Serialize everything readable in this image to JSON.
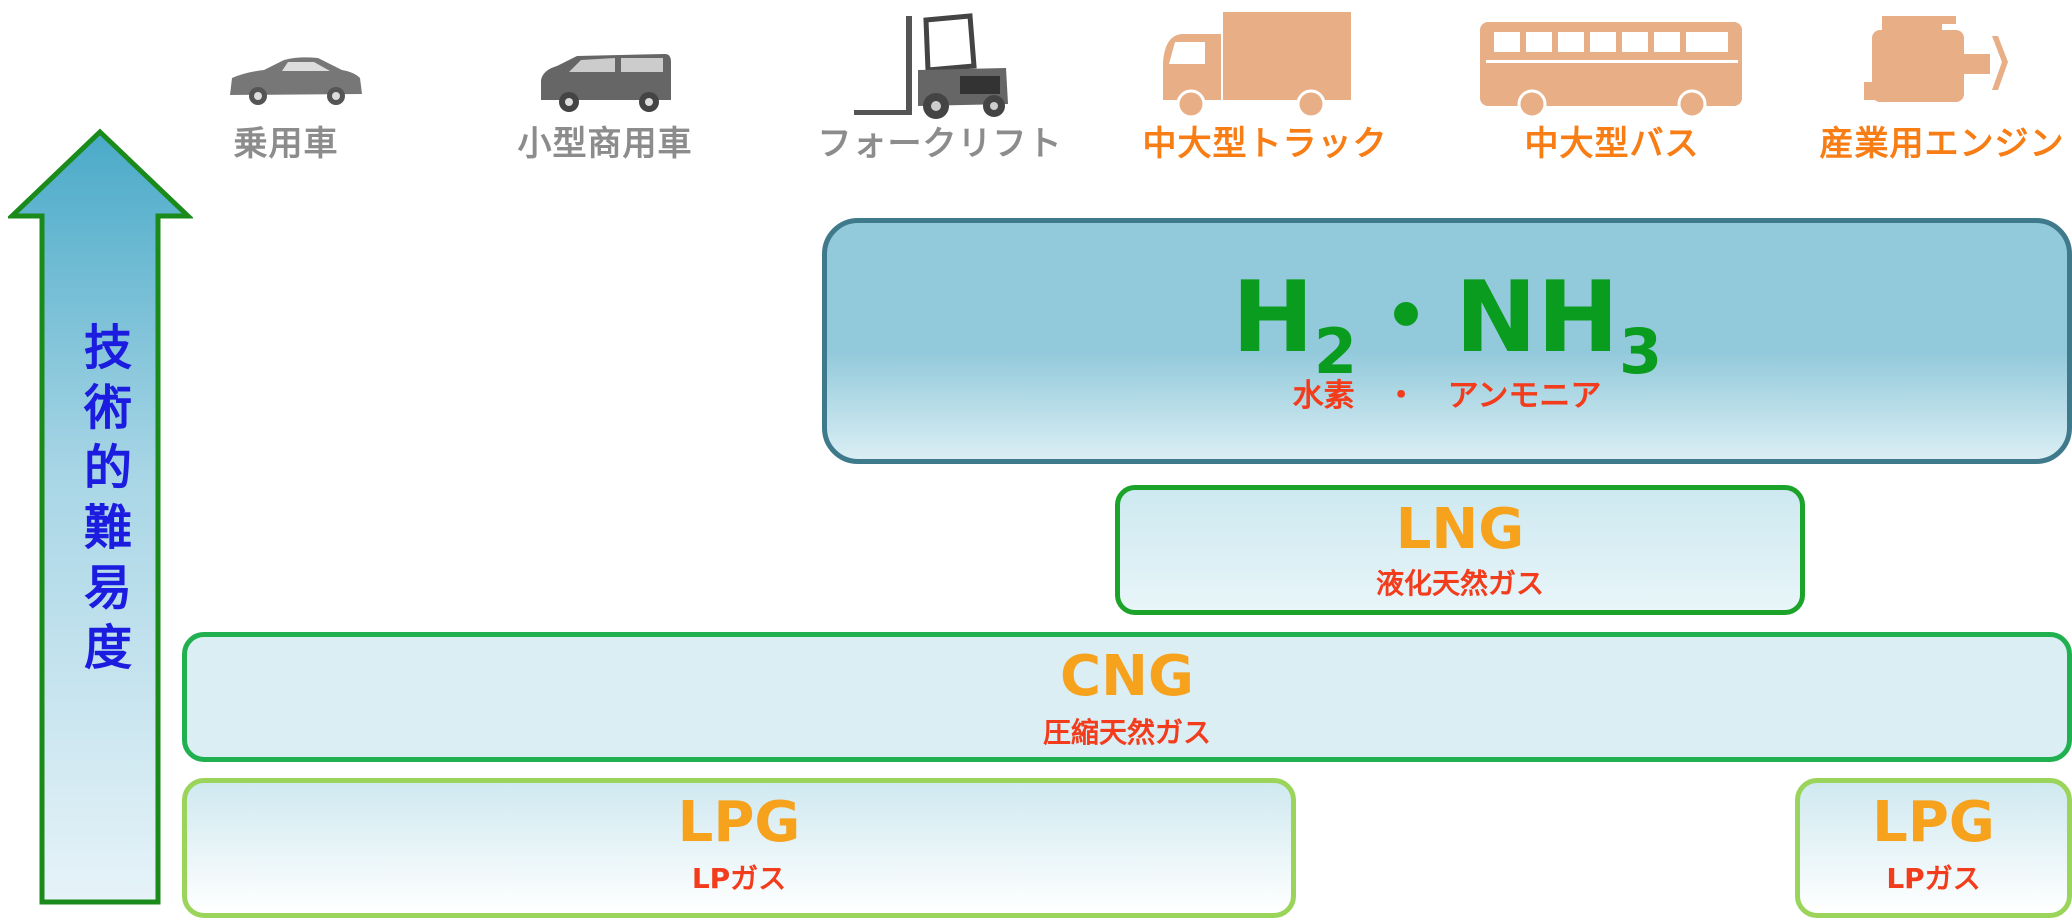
{
  "vehicles": [
    {
      "label": "乗用車",
      "icon": "car-icon",
      "tone": "gray"
    },
    {
      "label": "小型商用車",
      "icon": "van-icon",
      "tone": "gray"
    },
    {
      "label": "フォークリフト",
      "icon": "forklift-icon",
      "tone": "gray"
    },
    {
      "label": "中大型トラック",
      "icon": "truck-icon",
      "tone": "orange"
    },
    {
      "label": "中大型バス",
      "icon": "bus-icon",
      "tone": "orange"
    },
    {
      "label": "産業用エンジン",
      "icon": "engine-icon",
      "tone": "orange"
    }
  ],
  "axis": {
    "label_chars": [
      "技",
      "術",
      "的",
      "難",
      "易",
      "度"
    ]
  },
  "bands": {
    "h2": {
      "h": "H",
      "sub1": "2",
      "dot": "・NH",
      "sub2": "3",
      "sub": "水素　・　アンモニア"
    },
    "lng": {
      "title": "LNG",
      "sub": "液化天然ガス"
    },
    "cng": {
      "title": "CNG",
      "sub": "圧縮天然ガス"
    },
    "lpg_left": {
      "title": "LPG",
      "sub": "LPガス"
    },
    "lpg_right": {
      "title": "LPG",
      "sub": "LPガス"
    }
  },
  "colors": {
    "gray_label": "#8c8c8c",
    "orange_label": "#f77d14",
    "fuel_orange": "#f7a21c",
    "sub_red": "#f23c1c",
    "h2_green": "#0a9c1e",
    "axis_blue": "#1c1ce0",
    "arrow_border": "#1a8a1a"
  }
}
